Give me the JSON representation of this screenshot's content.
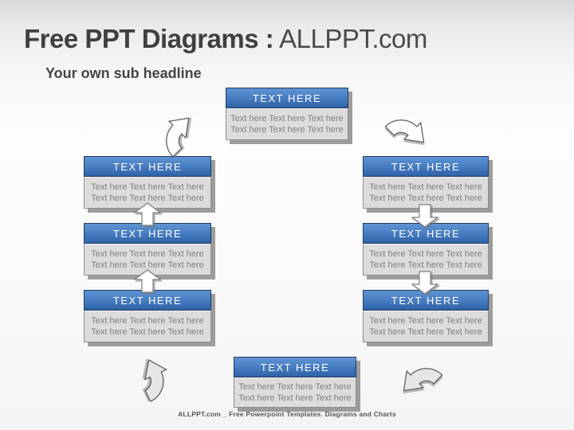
{
  "slide": {
    "title_main": "Free PPT Diagrams :",
    "title_brand": " ALLPPT.com",
    "subtitle": "Your own sub headline",
    "footer": "ALLPPT.com _ Free Powerpoint Templates. Diagrams and Charts"
  },
  "boxes": {
    "top_center": {
      "header": "TEXT HERE",
      "line1": "Text here Text here Text here",
      "line2": "Text here Text here Text here"
    },
    "left_1": {
      "header": "TEXT HERE",
      "line1": "Text here Text here Text here",
      "line2": "Text here Text here Text here"
    },
    "left_2": {
      "header": "TEXT HERE",
      "line1": "Text here Text here Text here",
      "line2": "Text here Text here Text here"
    },
    "left_3": {
      "header": "TEXT HERE",
      "line1": "Text here Text here Text here",
      "line2": "Text here Text here Text here"
    },
    "right_1": {
      "header": "TEXT HERE",
      "line1": "Text here Text here Text here",
      "line2": "Text here Text here Text here"
    },
    "right_2": {
      "header": "TEXT HERE",
      "line1": "Text here Text here Text here",
      "line2": "Text here Text here Text here"
    },
    "right_3": {
      "header": "TEXT HERE",
      "line1": "Text here Text here Text here",
      "line2": "Text here Text here Text here"
    },
    "bottom_center": {
      "header": "TEXT HERE",
      "line1": "Text here Text here Text here",
      "line2": "Text here Text here Text here"
    }
  },
  "icons": {
    "up_block_arrow": "block-arrow-up",
    "down_block_arrow": "block-arrow-down",
    "curve_top_left": "curved-arrow-up-right",
    "curve_top_right": "curved-arrow-down-right",
    "curve_bottom_left": "curved-arrow-up-left",
    "curve_bottom_right": "curved-arrow-down-left"
  },
  "colors": {
    "title_text": "#3f3f3f",
    "header_blue_top": "#5f93d2",
    "header_blue_bottom": "#2e62a6",
    "header_border": "#1f3c61",
    "body_bg": "#dcdcdc",
    "body_text": "#7f7f7f",
    "shadow": "#9c9c9c"
  }
}
